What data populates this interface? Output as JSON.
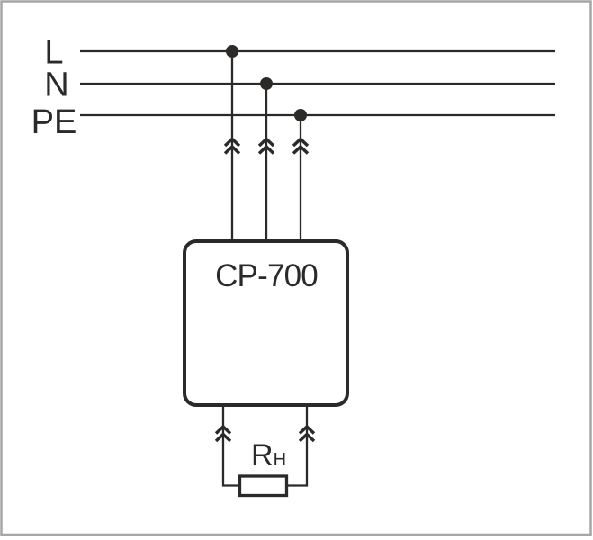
{
  "diagram": {
    "buses": [
      {
        "id": "line",
        "label": "L"
      },
      {
        "id": "neutral",
        "label": "N"
      },
      {
        "id": "protective-earth",
        "label": "PE"
      }
    ],
    "device": {
      "label": "CP-700"
    },
    "load": {
      "label_main": "R",
      "label_sub": "H"
    },
    "colors": {
      "stroke": "#2b2a29",
      "frame": "#a7a5a6",
      "background": "#ffffff"
    }
  }
}
